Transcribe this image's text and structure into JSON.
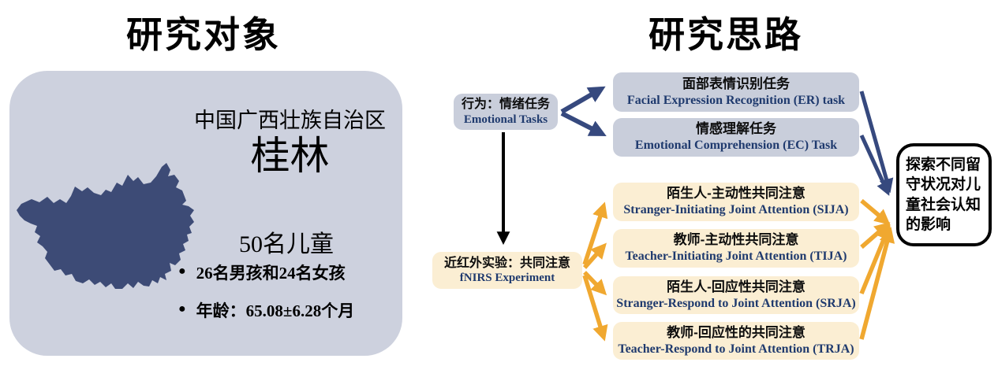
{
  "left": {
    "title": "研究对象",
    "panel": {
      "region_line1": "中国广西壮族自治区",
      "region_line2": "桂林",
      "count": "50名儿童",
      "bullet_icon": "●",
      "bullets": [
        "26名男孩和24名女孩",
        "年龄：65.08±6.28个月"
      ]
    }
  },
  "right": {
    "title": "研究思路",
    "flow": {
      "behavior": {
        "zh": "行为：情绪任务",
        "en": "Emotional Tasks"
      },
      "fnirs": {
        "zh": "近红外实验：共同注意",
        "en": "fNIRS Experiment"
      },
      "emotion_tasks": [
        {
          "zh": "面部表情识别任务",
          "en": "Facial Expression Recognition (ER) task"
        },
        {
          "zh": "情感理解任务",
          "en": "Emotional Comprehension (EC) Task"
        }
      ],
      "ja_tasks": [
        {
          "zh": "陌生人-主动性共同注意",
          "en": "Stranger-Initiating Joint Attention (SIJA)"
        },
        {
          "zh": "教师-主动性共同注意",
          "en": "Teacher-Initiating Joint Attention (TIJA)"
        },
        {
          "zh": "陌生人-回应性共同注意",
          "en": "Stranger-Respond to Joint Attention (SRJA)"
        },
        {
          "zh": "教师-回应性的共同注意",
          "en": "Teacher-Respond to Joint Attention (TRJA)"
        }
      ],
      "outcome": {
        "text": "探索不同留守状况对儿童社会认知的影响"
      }
    }
  },
  "colors": {
    "panel_bg": "#cdd1de",
    "gray_box_bg": "#c9cedb",
    "cream_box_bg": "#fbeed3",
    "map_fill": "#3d4b76",
    "navy_arrow": "#36497e",
    "yellow_arrow": "#f0a830",
    "black_arrow": "#000000",
    "en_text": "#1f3a6e"
  }
}
